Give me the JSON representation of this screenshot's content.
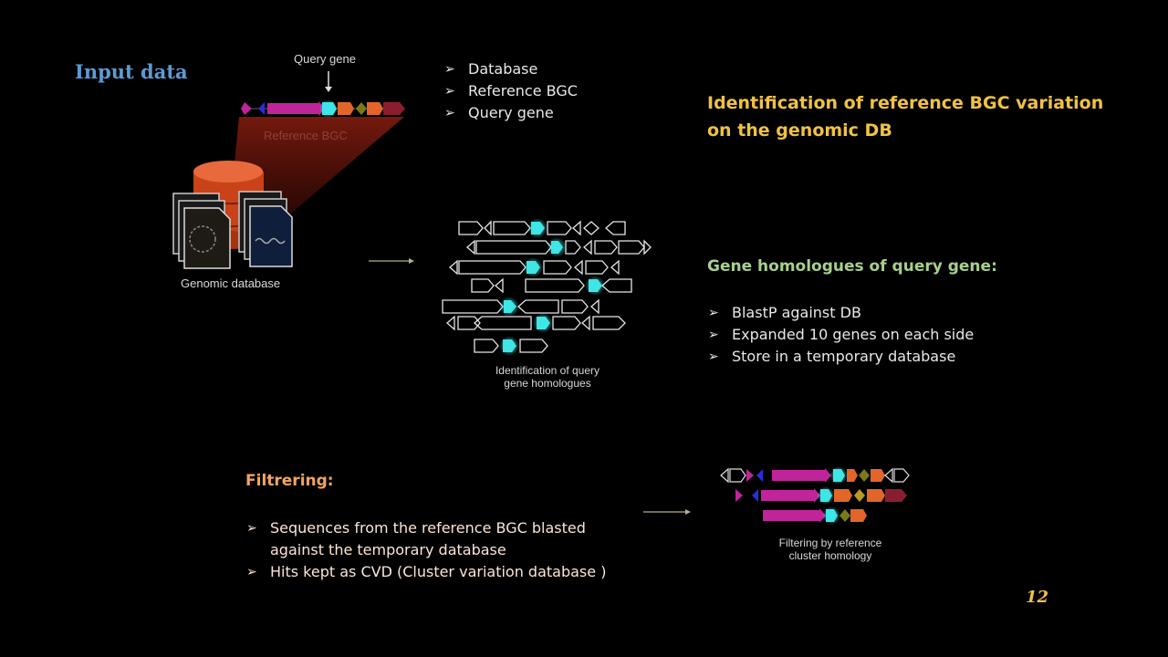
{
  "slide": {
    "title": "Input data",
    "query_gene_label": "Query gene",
    "reference_bgc_label": "Reference BGC",
    "genomic_database_label": "Genomic database",
    "input_bullets": [
      "Database",
      "Reference BGC",
      "Query gene"
    ],
    "identification_heading": "Identification of reference BGC variation on the genomic DB",
    "homologues_caption_line1": "Identification of query",
    "homologues_caption_line2": "gene homologues",
    "homologues_heading": "Gene homologues of query gene:",
    "homologues_bullets": [
      "BlastP against DB",
      "Expanded 10 genes on each side",
      "Store in a temporary database"
    ],
    "filtering_heading": "Filtrering:",
    "filtering_bullets": [
      "Sequences from the reference BGC blasted against the temporary database",
      "Hits kept as CVD (Cluster variation database )"
    ],
    "filtering_caption_line1": "Filtering by reference",
    "filtering_caption_line2": "cluster homology",
    "page_number": "12"
  },
  "colors": {
    "background": "#000000",
    "title_blue": "#5b9bd5",
    "heading_yellow": "#f0c243",
    "heading_green": "#a8d08d",
    "heading_orange": "#f4a460",
    "query_gene_cyan": "#3ee6e6",
    "gene_magenta": "#c0249a",
    "gene_orange": "#e2662a",
    "database_orange": "#d9531e"
  },
  "icons": [
    "arrow-right-icon",
    "database-cylinder-icon",
    "gbk-file-icon",
    "down-arrow-icon"
  ]
}
